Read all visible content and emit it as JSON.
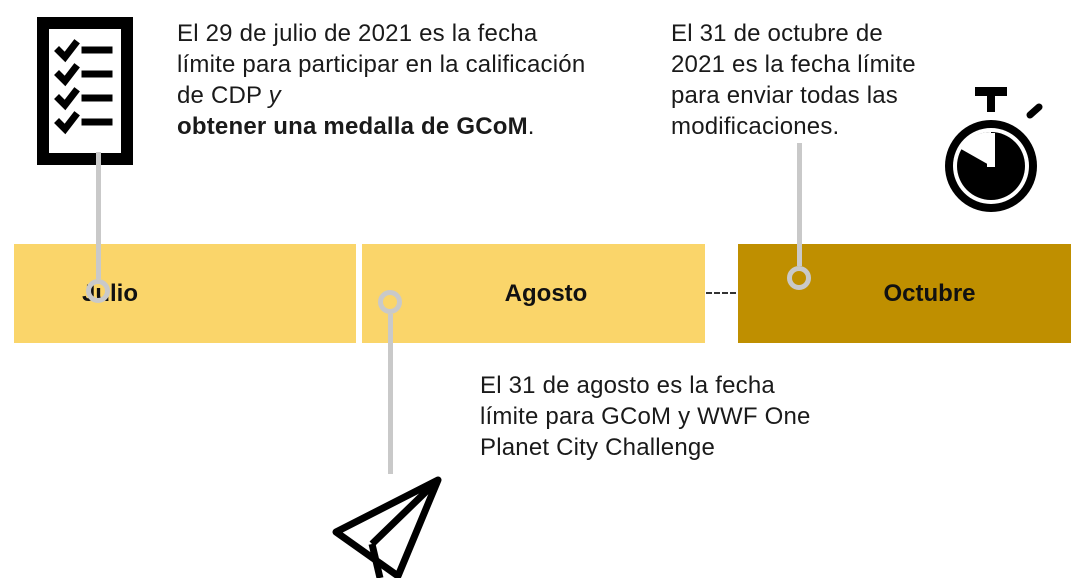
{
  "months": {
    "july": "Julio",
    "august": "Agosto",
    "october": "Octubre"
  },
  "notes": {
    "july": {
      "text": "El 29 de julio de 2021 es la fecha límite para participar en la calificación de CDP ",
      "italic": "y",
      "bold": "obtener una medalla de GCoM",
      "end": "."
    },
    "october": "El 31 de octubre de 2021 es la fecha límite para enviar todas las modificaciones.",
    "august": "El 31 de agosto es la fecha límite para GCoM y WWF One Planet City Challenge"
  },
  "icons": {
    "checklist": "checklist-icon",
    "stopwatch": "stopwatch-icon",
    "paper_plane": "paper-plane-icon"
  },
  "colors": {
    "light_band": "#fad56a",
    "dark_band": "#bf8f00",
    "connector": "#c9c9c9"
  }
}
